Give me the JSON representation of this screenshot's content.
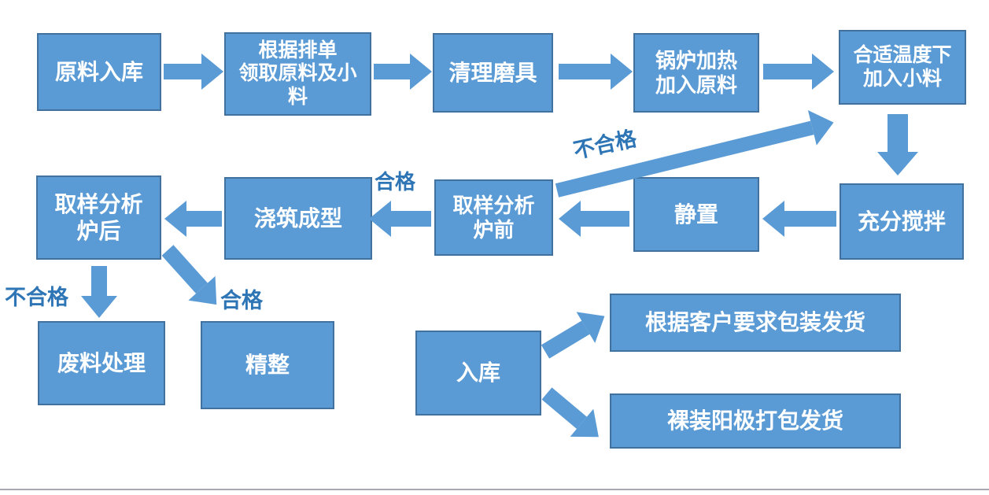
{
  "diagram": {
    "type": "flowchart",
    "nodes": {
      "raw_material_storage": "原料入库",
      "collect_materials": "根据排单\n领取原料及小\n料",
      "clean_mold": "清理磨具",
      "boiler_heating": "锅炉加热\n加入原料",
      "add_additives": "合适温度下\n加入小料",
      "sampling_after_furnace": "取样分析\n炉后",
      "casting": "浇筑成型",
      "sampling_before_furnace": "取样分析\n炉前",
      "standing": "静置",
      "stirring": "充分搅拌",
      "waste_disposal": "废料处理",
      "finishing": "精整",
      "warehousing": "入库",
      "package_per_customer": "根据客户要求包装发货",
      "bare_anode_packing": "裸装阳极打包发货"
    },
    "edge_labels": {
      "unqualified_top": "不合格",
      "qualified_mid": "合格",
      "unqualified_bottom": "不合格",
      "qualified_bottom": "合格"
    },
    "edges": [
      {
        "from": "原料入库",
        "to": "根据排单领取原料及小料"
      },
      {
        "from": "根据排单领取原料及小料",
        "to": "清理磨具"
      },
      {
        "from": "清理磨具",
        "to": "锅炉加热加入原料"
      },
      {
        "from": "锅炉加热加入原料",
        "to": "合适温度下加入小料"
      },
      {
        "from": "合适温度下加入小料",
        "to": "充分搅拌"
      },
      {
        "from": "充分搅拌",
        "to": "静置"
      },
      {
        "from": "静置",
        "to": "取样分析炉前"
      },
      {
        "from": "取样分析炉前",
        "to": "浇筑成型",
        "label": "合格"
      },
      {
        "from": "取样分析炉前",
        "to": "合适温度下加入小料",
        "label": "不合格"
      },
      {
        "from": "浇筑成型",
        "to": "取样分析炉后"
      },
      {
        "from": "取样分析炉后",
        "to": "废料处理",
        "label": "不合格"
      },
      {
        "from": "取样分析炉后",
        "to": "精整",
        "label": "合格"
      },
      {
        "from": "精整",
        "to": "入库"
      },
      {
        "from": "入库",
        "to": "根据客户要求包装发货"
      },
      {
        "from": "入库",
        "to": "裸装阳极打包发货"
      }
    ],
    "colors": {
      "node_fill": "#5B9BD5",
      "node_border": "#41719C",
      "arrow_fill": "#5B9BD5",
      "edge_label_text": "#2E75B6",
      "node_text": "#FFFFFF",
      "background": "#FFFFFF",
      "bottom_divider": "#A9A9B3"
    }
  }
}
